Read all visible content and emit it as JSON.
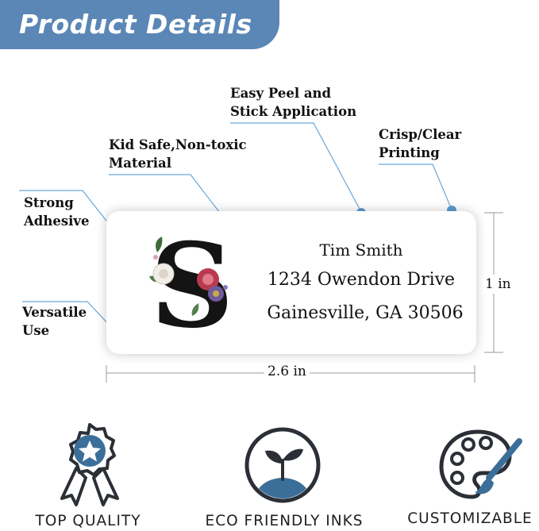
{
  "banner": {
    "title": "Product Details"
  },
  "callouts": {
    "easy_peel_line1": "Easy Peel and",
    "easy_peel_line2": "Stick Application",
    "kid_safe_line1": "Kid Safe,Non-toxic",
    "kid_safe_line2": "Material",
    "crisp_line1": "Crisp/Clear",
    "crisp_line2": "Printing",
    "strong_line1": "Strong",
    "strong_line2": "Adhesive",
    "versatile_line1": "Versatile",
    "versatile_line2": "Use"
  },
  "label": {
    "monogram_letter": "S",
    "name": "Tim Smith",
    "street": "1234 Owendon Drive",
    "city": "Gainesville, GA 30506"
  },
  "dimensions": {
    "width": "2.6 in",
    "height": "1 in"
  },
  "features": [
    {
      "label": "TOP QUALITY",
      "icon": "award-ribbon-star-icon"
    },
    {
      "label": "ECO FRIENDLY INKS",
      "icon": "sprout-leaf-icon"
    },
    {
      "label": "CUSTOMIZABLE",
      "icon": "paint-palette-brush-icon"
    }
  ],
  "colors": {
    "banner": "#5b87b6",
    "accent_dot": "#5b9bd1",
    "icon_blue": "#3b6f99",
    "icon_dark": "#2b2f36"
  }
}
